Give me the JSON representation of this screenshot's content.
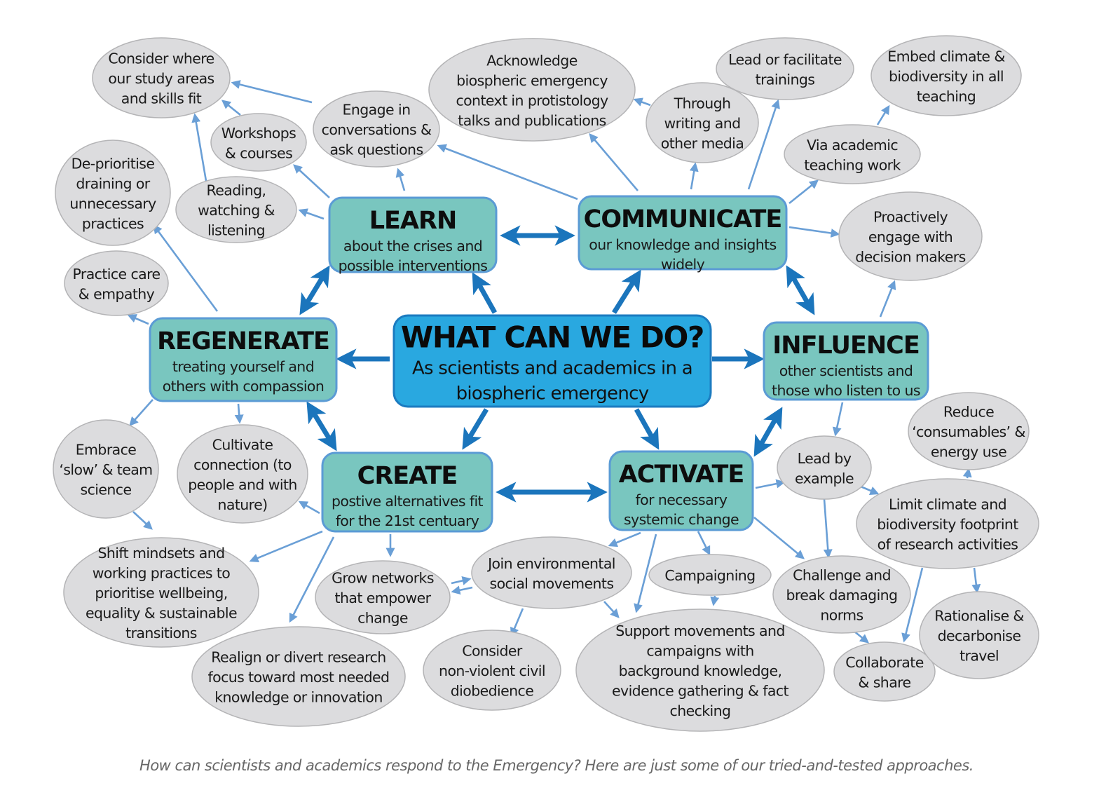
{
  "colors": {
    "center_fill": "#29a8e0",
    "category_fill": "#79c6bf",
    "leaf_fill": "#dcdcde",
    "thick_arrow": "#1b75bc",
    "thin_arrow": "#6a9fd6",
    "caption_text": "#666666"
  },
  "center": {
    "id": "center",
    "title": "WHAT CAN WE DO?",
    "subtitle_lines": [
      "As  scientists and academics in a",
      "biospheric emergency"
    ]
  },
  "categories": [
    {
      "id": "learn",
      "title": "LEARN",
      "subtitle_lines": [
        "about the crises and",
        "possible interventions"
      ]
    },
    {
      "id": "communicate",
      "title": "COMMUNICATE",
      "subtitle_lines": [
        "our knowledge and insights",
        "widely"
      ]
    },
    {
      "id": "regenerate",
      "title": "REGENERATE",
      "subtitle_lines": [
        "treating yourself and",
        "others with compassion"
      ]
    },
    {
      "id": "influence",
      "title": "INFLUENCE",
      "subtitle_lines": [
        "other scientists and",
        "those who listen to us"
      ]
    },
    {
      "id": "create",
      "title": "CREATE",
      "subtitle_lines": [
        "postive alternatives fit",
        "for the 21st centuary"
      ]
    },
    {
      "id": "activate",
      "title": "ACTIVATE",
      "subtitle_lines": [
        "for necessary",
        "systemic change"
      ]
    }
  ],
  "leaves": [
    {
      "id": "consider-where",
      "lines": [
        "Consider where",
        "our study areas",
        "and skills  fit"
      ]
    },
    {
      "id": "workshops",
      "lines": [
        "Workshops",
        "& courses"
      ]
    },
    {
      "id": "engage-conversations",
      "lines": [
        "Engage in",
        "conversations &",
        "ask questions"
      ]
    },
    {
      "id": "reading",
      "lines": [
        "Reading,",
        "watching &",
        "listening"
      ]
    },
    {
      "id": "deprioritise",
      "lines": [
        "De-prioritise",
        "draining or",
        "unnecessary",
        "practices"
      ]
    },
    {
      "id": "practice-care",
      "lines": [
        "Practice care",
        "& empathy"
      ]
    },
    {
      "id": "acknowledge",
      "lines": [
        "Acknowledge",
        "biospheric emergency",
        "context in protistology",
        "talks and publications"
      ]
    },
    {
      "id": "through-writing",
      "lines": [
        "Through",
        "writing and",
        "other media"
      ]
    },
    {
      "id": "lead-trainings",
      "lines": [
        "Lead or facilitate",
        "trainings"
      ]
    },
    {
      "id": "embed-climate",
      "lines": [
        "Embed climate &",
        "biodiversity in all",
        "teaching"
      ]
    },
    {
      "id": "via-teaching",
      "lines": [
        "Via academic",
        "teaching work"
      ]
    },
    {
      "id": "proactively",
      "lines": [
        "Proactively",
        "engage with",
        "decision makers"
      ]
    },
    {
      "id": "embrace-slow",
      "lines": [
        "Embrace",
        "‘slow’ & team",
        "science"
      ]
    },
    {
      "id": "cultivate",
      "lines": [
        "Cultivate",
        "connection (to",
        "people and with",
        "nature)"
      ]
    },
    {
      "id": "shift-mindsets",
      "lines": [
        "Shift mindsets and",
        "working practices to",
        "prioritise wellbeing,",
        "equality & sustainable",
        "transitions"
      ]
    },
    {
      "id": "realign",
      "lines": [
        "Realign or divert research",
        "focus toward most needed",
        "knowledge or innovation"
      ]
    },
    {
      "id": "grow-networks",
      "lines": [
        "Grow networks",
        "that empower",
        "change"
      ]
    },
    {
      "id": "join-movements",
      "lines": [
        "Join environmental",
        "social movements"
      ]
    },
    {
      "id": "consider-nonviolent",
      "lines": [
        "Consider",
        "non-violent civil",
        "diobedience"
      ]
    },
    {
      "id": "campaigning",
      "lines": [
        "Campaigning"
      ]
    },
    {
      "id": "support-movements",
      "lines": [
        "Support movements and",
        "campaigns with",
        "background knowledge,",
        "evidence gathering & fact",
        "checking"
      ]
    },
    {
      "id": "lead-by-example",
      "lines": [
        "Lead by",
        "example"
      ]
    },
    {
      "id": "reduce-consumables",
      "lines": [
        "Reduce",
        "‘consumables’ &",
        "energy use"
      ]
    },
    {
      "id": "limit-footprint",
      "lines": [
        "Limit climate and",
        "biodiversity footprint",
        "of research activities"
      ]
    },
    {
      "id": "challenge-norms",
      "lines": [
        "Challenge and",
        "break damaging",
        "norms"
      ]
    },
    {
      "id": "collaborate",
      "lines": [
        "Collaborate",
        "& share"
      ]
    },
    {
      "id": "rationalise-travel",
      "lines": [
        "Rationalise &",
        "decarbonise",
        "travel"
      ]
    }
  ],
  "connections": {
    "thick": [
      {
        "from": "center",
        "to": "learn"
      },
      {
        "from": "center",
        "to": "communicate"
      },
      {
        "from": "center",
        "to": "regenerate"
      },
      {
        "from": "center",
        "to": "influence"
      },
      {
        "from": "center",
        "to": "create"
      },
      {
        "from": "center",
        "to": "activate"
      },
      {
        "from": "learn",
        "to": "communicate",
        "bidirectional": true
      },
      {
        "from": "learn",
        "to": "regenerate",
        "bidirectional": true
      },
      {
        "from": "communicate",
        "to": "influence",
        "bidirectional": true
      },
      {
        "from": "regenerate",
        "to": "create",
        "bidirectional": true
      },
      {
        "from": "create",
        "to": "activate",
        "bidirectional": true
      },
      {
        "from": "influence",
        "to": "activate",
        "bidirectional": true
      }
    ],
    "thin": [
      {
        "from": "learn",
        "to": "engage-conversations"
      },
      {
        "from": "learn",
        "to": "workshops"
      },
      {
        "from": "learn",
        "to": "reading"
      },
      {
        "from": "reading",
        "to": "consider-where"
      },
      {
        "from": "workshops",
        "to": "consider-where"
      },
      {
        "from": "engage-conversations",
        "to": "consider-where"
      },
      {
        "from": "communicate",
        "to": "engage-conversations"
      },
      {
        "from": "communicate",
        "to": "acknowledge"
      },
      {
        "from": "communicate",
        "to": "through-writing"
      },
      {
        "from": "through-writing",
        "to": "acknowledge"
      },
      {
        "from": "communicate",
        "to": "lead-trainings"
      },
      {
        "from": "communicate",
        "to": "via-teaching"
      },
      {
        "from": "via-teaching",
        "to": "embed-climate"
      },
      {
        "from": "communicate",
        "to": "proactively"
      },
      {
        "from": "influence",
        "to": "proactively"
      },
      {
        "from": "regenerate",
        "to": "deprioritise"
      },
      {
        "from": "regenerate",
        "to": "practice-care"
      },
      {
        "from": "regenerate",
        "to": "embrace-slow"
      },
      {
        "from": "regenerate",
        "to": "cultivate"
      },
      {
        "from": "embrace-slow",
        "to": "shift-mindsets"
      },
      {
        "from": "create",
        "to": "cultivate"
      },
      {
        "from": "create",
        "to": "shift-mindsets"
      },
      {
        "from": "create",
        "to": "realign"
      },
      {
        "from": "create",
        "to": "grow-networks"
      },
      {
        "from": "grow-networks",
        "to": "join-movements"
      },
      {
        "from": "join-movements",
        "to": "grow-networks"
      },
      {
        "from": "activate",
        "to": "join-movements"
      },
      {
        "from": "activate",
        "to": "support-movements"
      },
      {
        "from": "activate",
        "to": "campaigning"
      },
      {
        "from": "activate",
        "to": "challenge-norms"
      },
      {
        "from": "activate",
        "to": "lead-by-example"
      },
      {
        "from": "join-movements",
        "to": "consider-nonviolent"
      },
      {
        "from": "join-movements",
        "to": "support-movements"
      },
      {
        "from": "campaigning",
        "to": "support-movements"
      },
      {
        "from": "influence",
        "to": "lead-by-example"
      },
      {
        "from": "lead-by-example",
        "to": "limit-footprint"
      },
      {
        "from": "lead-by-example",
        "to": "challenge-norms"
      },
      {
        "from": "limit-footprint",
        "to": "reduce-consumables"
      },
      {
        "from": "limit-footprint",
        "to": "rationalise-travel"
      },
      {
        "from": "limit-footprint",
        "to": "collaborate"
      },
      {
        "from": "challenge-norms",
        "to": "collaborate"
      }
    ]
  },
  "caption": "How can scientists and academics respond to the Emergency? Here are just some of our tried-and-tested approaches."
}
